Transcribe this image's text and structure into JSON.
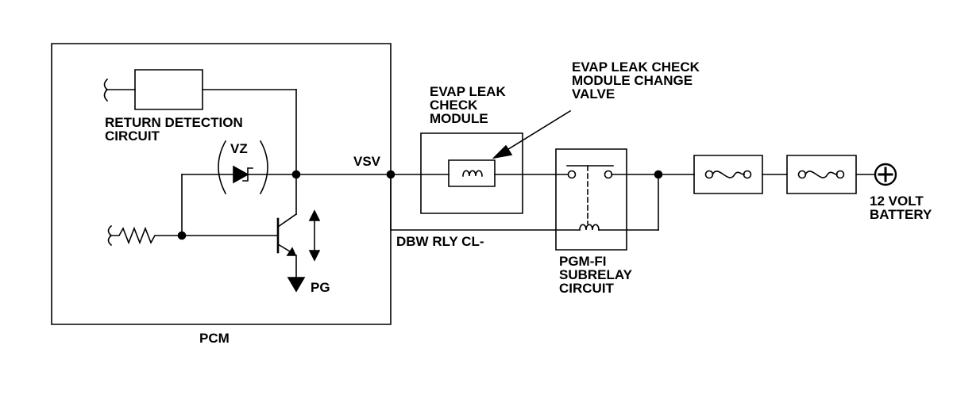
{
  "labels": {
    "return_detection": [
      "RETURN DETECTION",
      "CIRCUIT"
    ],
    "vz": "VZ",
    "vsv": "VSV",
    "pg": "PG",
    "pcm": "PCM",
    "dbw_rly": "DBW RLY CL-",
    "evap_module": [
      "EVAP LEAK",
      "CHECK",
      "MODULE"
    ],
    "evap_valve": [
      "EVAP LEAK CHECK",
      "MODULE CHANGE",
      "VALVE"
    ],
    "subrelay": [
      "PGM-FI",
      "SUBRELAY",
      "CIRCUIT"
    ],
    "battery": [
      "12 VOLT",
      "BATTERY"
    ]
  },
  "colors": {
    "ink": "#000000",
    "paper": "#ffffff"
  }
}
